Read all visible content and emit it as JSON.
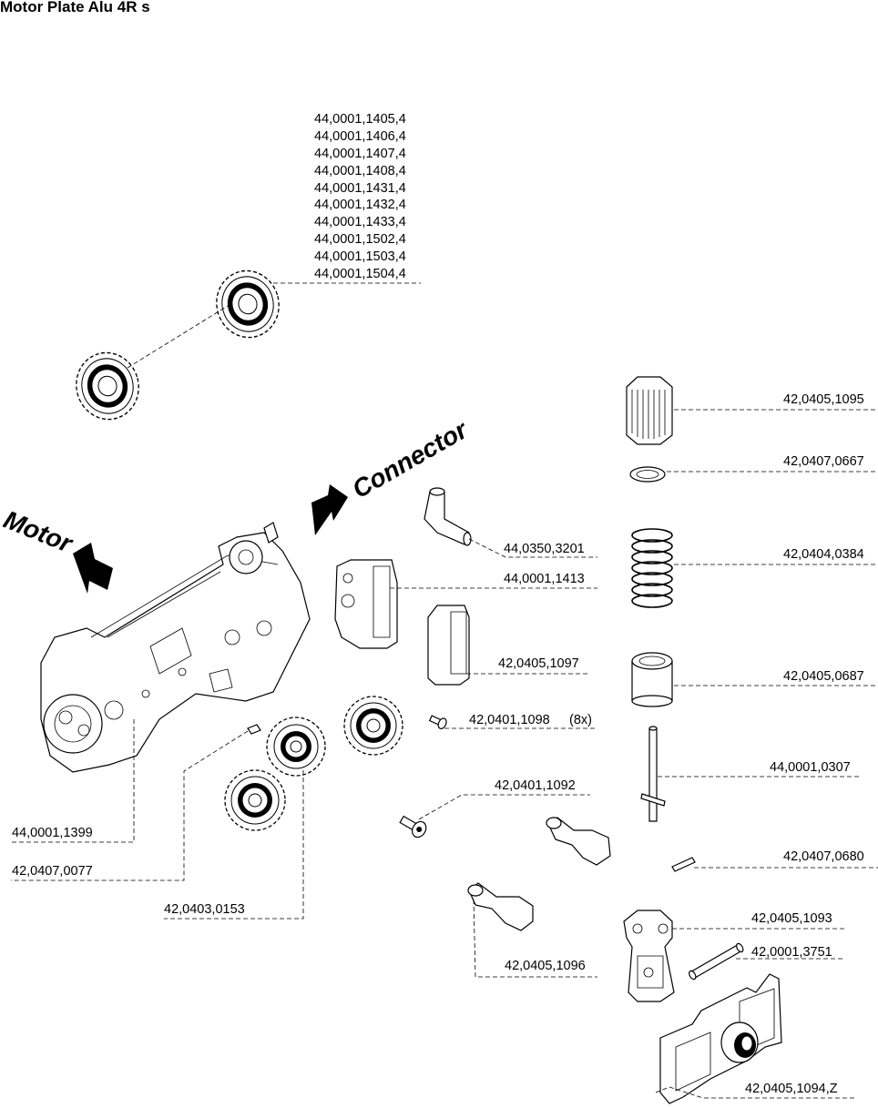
{
  "title": "Motor Plate Alu 4R s",
  "directions": {
    "motor": "Motor",
    "connector": "Connector"
  },
  "gear_part_numbers": [
    "44,0001,1405,4",
    "44,0001,1406,4",
    "44,0001,1407,4",
    "44,0001,1408,4",
    "44,0001,1431,4",
    "44,0001,1432,4",
    "44,0001,1433,4",
    "44,0001,1502,4",
    "44,0001,1503,4",
    "44,0001,1504,4"
  ],
  "parts": {
    "knob": "42,0405,1095",
    "washer": "42,0407,0667",
    "spring": "42,0404,0384",
    "sleeve": "42,0405,0687",
    "shaft": "44,0001,0307",
    "pin": "42,0407,0680",
    "lever": "42,0405,1093",
    "bolt": "42,0001,3751",
    "bracket": "42,0405,1094,Z",
    "elbow_tube": "44,0350,3201",
    "clamp_left": "44,0001,1413",
    "clamp_right": "42,0405,1097",
    "small_screw": "42,0401,1098",
    "small_screw_qty": "(8x)",
    "cap_screw": "42,0401,1092",
    "guide_nozzle": "42,0405,1096",
    "motor_plate": "44,0001,1399",
    "key": "42,0407,0077",
    "drive_gear": "42,0403,0153"
  }
}
